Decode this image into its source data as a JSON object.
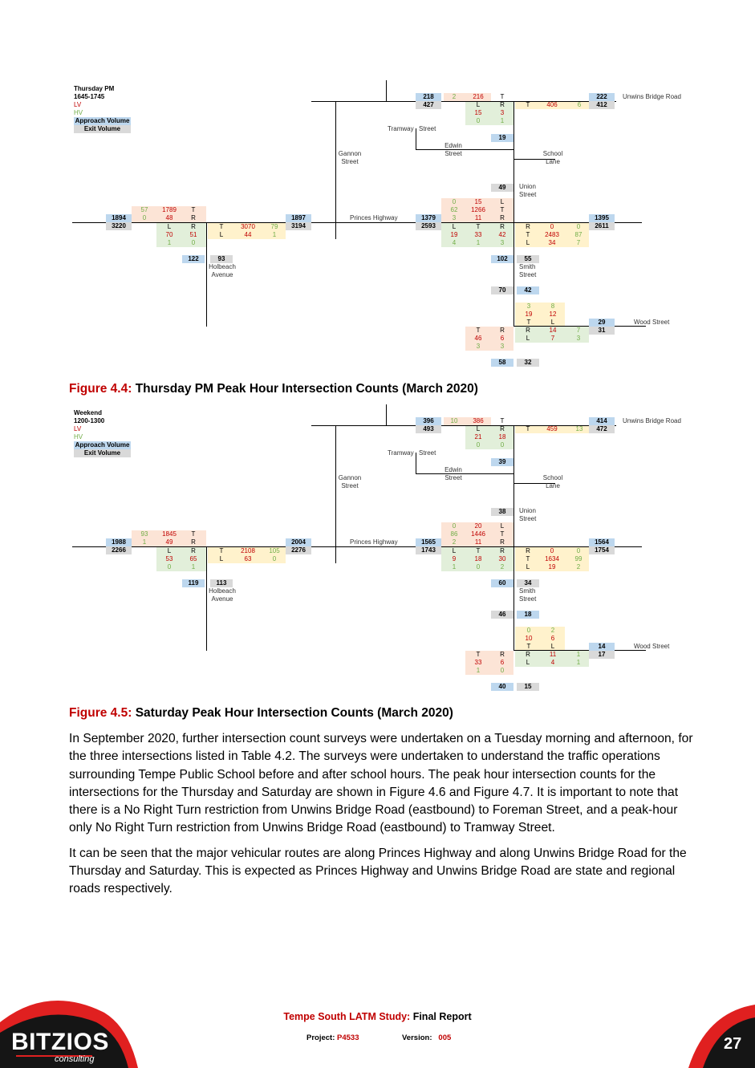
{
  "figure_4_4": {
    "number": "Figure 4.4:",
    "title": "Thursday PM Peak Hour Intersection Counts (March 2020)",
    "legend": {
      "period": "Thursday PM",
      "time": "1645-1745",
      "lv": "LV",
      "hv": "HV",
      "approach": "Approach Volume",
      "exit": "Exit Volume"
    },
    "streets": {
      "unwins": "Unwins Bridge Road",
      "tramway": "Tramway",
      "street": "Street",
      "edwin1": "Edwin",
      "edwin2": "Street",
      "gannon1": "Gannon",
      "gannon2": "Street",
      "school1": "School",
      "school2": "Lane",
      "union1": "Union",
      "union2": "Street",
      "princes": "Princes Highway",
      "holbeach1": "Holbeach",
      "holbeach2": "Avenue",
      "smith1": "Smith",
      "smith2": "Street",
      "wood": "Wood Street"
    },
    "unwins": {
      "n_approach": "218",
      "n_hv": "2",
      "n_lv": "216",
      "n_T": "T",
      "n_exit": "427",
      "L": "L",
      "R": "R",
      "lv_l": "15",
      "lv_r": "3",
      "hv_l": "0",
      "hv_r": "1",
      "e_T": "T",
      "e_lv": "406",
      "e_hv": "6",
      "e_approach": "222",
      "e_exit": "412",
      "s_approach": "19"
    },
    "union": {
      "exit": "49"
    },
    "princes_w": {
      "w_approach": "1894",
      "w_exit": "3220",
      "hv_t": "57",
      "lv_t": "1789",
      "T": "T",
      "hv_r": "0",
      "lv_r": "48",
      "R": "R",
      "L": "L",
      "R2": "R",
      "lv_l": "70",
      "lv_r2": "51",
      "hv_l": "1",
      "hv_r2": "0",
      "e_T": "T",
      "e_lv_t": "3070",
      "e_hv_t": "79",
      "e_L": "L",
      "e_lv_l": "44",
      "e_hv_l": "1",
      "e_approach": "1897",
      "e_exit": "3194",
      "s_approach": "122",
      "s_exit": "93"
    },
    "princes_e": {
      "hv_l": "0",
      "lv_l": "15",
      "L": "L",
      "hv_t": "62",
      "lv_t": "1266",
      "T": "T",
      "hv_r": "3",
      "lv_r": "11",
      "R": "R",
      "w_approach": "1379",
      "w_exit": "2593",
      "sL": "L",
      "sT": "T",
      "sR": "R",
      "s_lv_l": "19",
      "s_lv_t": "33",
      "s_lv_r": "42",
      "s_hv_l": "4",
      "s_hv_t": "1",
      "s_hv_r": "3",
      "eR": "R",
      "eT": "T",
      "eL": "L",
      "e_lv_r": "0",
      "e_lv_t": "2483",
      "e_lv_l": "34",
      "e_hv_r": "0",
      "e_hv_t": "87",
      "e_hv_l": "7",
      "e_approach": "1395",
      "e_exit": "2611",
      "s_exit": "102",
      "s_approach": "55"
    },
    "smith": {
      "exit": "70",
      "approach": "42"
    },
    "wood": {
      "hv_l": "3",
      "hv_r": "8",
      "lv_l": "19",
      "lv_r": "12",
      "T": "T",
      "L": "L",
      "wT": "T",
      "wR": "R",
      "w_lv_t": "46",
      "w_lv_r": "6",
      "w_hv_t": "3",
      "w_hv_r": "3",
      "eR": "R",
      "eL": "L",
      "e_lv_r": "14",
      "e_hv_r": "7",
      "e_lv_l": "7",
      "e_hv_l": "3",
      "e_approach": "29",
      "e_exit": "31",
      "s_exit": "58",
      "s_approach": "32"
    }
  },
  "figure_4_5": {
    "number": "Figure 4.5:",
    "title": "Saturday Peak Hour Intersection Counts (March 2020)",
    "legend": {
      "period": "Weekend",
      "time": "1200-1300",
      "lv": "LV",
      "hv": "HV",
      "approach": "Approach Volume",
      "exit": "Exit Volume"
    },
    "streets": {
      "unwins": "Unwins Bridge Road",
      "tramway": "Tramway",
      "street": "Street",
      "edwin1": "Edwin",
      "edwin2": "Street",
      "gannon1": "Gannon",
      "gannon2": "Street",
      "school1": "School",
      "school2": "Lane",
      "union1": "Union",
      "union2": "Street",
      "princes": "Princes Highway",
      "holbeach1": "Holbeach",
      "holbeach2": "Avenue",
      "smith1": "Smith",
      "smith2": "Street",
      "wood": "Wood Street"
    },
    "unwins": {
      "n_approach": "396",
      "n_hv": "10",
      "n_lv": "386",
      "n_T": "T",
      "n_exit": "493",
      "L": "L",
      "R": "R",
      "lv_l": "21",
      "lv_r": "18",
      "hv_l": "0",
      "hv_r": "0",
      "e_T": "T",
      "e_lv": "459",
      "e_hv": "13",
      "e_approach": "414",
      "e_exit": "472",
      "s_approach": "39"
    },
    "union": {
      "exit": "38"
    },
    "princes_w": {
      "w_approach": "1988",
      "w_exit": "2266",
      "hv_t": "93",
      "lv_t": "1845",
      "T": "T",
      "hv_r": "1",
      "lv_r": "49",
      "R": "R",
      "L": "L",
      "R2": "R",
      "lv_l": "53",
      "lv_r2": "65",
      "hv_l": "0",
      "hv_r2": "1",
      "e_T": "T",
      "e_lv_t": "2108",
      "e_hv_t": "105",
      "e_L": "L",
      "e_lv_l": "63",
      "e_hv_l": "0",
      "e_approach": "2004",
      "e_exit": "2276",
      "s_approach": "119",
      "s_exit": "113"
    },
    "princes_e": {
      "hv_l": "0",
      "lv_l": "20",
      "L": "L",
      "hv_t": "86",
      "lv_t": "1446",
      "T": "T",
      "hv_r": "2",
      "lv_r": "11",
      "R": "R",
      "w_approach": "1565",
      "w_exit": "1743",
      "sL": "L",
      "sT": "T",
      "sR": "R",
      "s_lv_l": "9",
      "s_lv_t": "18",
      "s_lv_r": "30",
      "s_hv_l": "1",
      "s_hv_t": "0",
      "s_hv_r": "2",
      "eR": "R",
      "eT": "T",
      "eL": "L",
      "e_lv_r": "0",
      "e_lv_t": "1634",
      "e_lv_l": "19",
      "e_hv_r": "0",
      "e_hv_t": "99",
      "e_hv_l": "2",
      "e_approach": "1564",
      "e_exit": "1754",
      "s_exit": "60",
      "s_approach": "34"
    },
    "smith": {
      "exit": "46",
      "approach": "18"
    },
    "wood": {
      "hv_l": "0",
      "hv_r": "2",
      "lv_l": "10",
      "lv_r": "6",
      "T": "T",
      "L": "L",
      "wT": "T",
      "wR": "R",
      "w_lv_t": "33",
      "w_lv_r": "6",
      "w_hv_t": "1",
      "w_hv_r": "0",
      "eR": "R",
      "eL": "L",
      "e_lv_r": "11",
      "e_hv_r": "1",
      "e_lv_l": "4",
      "e_hv_l": "1",
      "e_approach": "14",
      "e_exit": "17",
      "s_exit": "40",
      "s_approach": "15"
    }
  },
  "paragraphs": [
    "In September 2020, further intersection count surveys were undertaken on a Tuesday morning and afternoon, for the three intersections listed in Table 4.2. The surveys were undertaken to understand the traffic operations surrounding Tempe Public School before and after school hours. The peak hour intersection counts for the intersections for the Thursday and Saturday are shown in Figure 4.6 and Figure 4.7.  It is important to note that there is a No Right Turn restriction from Unwins Bridge Road (eastbound) to Foreman Street, and a peak-hour only No Right Turn restriction from Unwins Bridge Road (eastbound) to Tramway Street.",
    "It can be seen that the major vehicular routes are along Princes Highway and along Unwins Bridge Road for the Thursday and Saturday. This is expected as Princes Highway and Unwins Bridge Road are state and regional roads respectively."
  ],
  "footer": {
    "study_prefix": "Tempe South LATM Study:",
    "study_suffix": "Final Report",
    "project_label": "Project:",
    "project_value": "P4533",
    "version_label": "Version:",
    "version_value": "005",
    "page_number": "27",
    "logo_text": "BITZIOS",
    "logo_sub": "consulting"
  },
  "colors": {
    "accent_red": "#c00000",
    "approach_blue": "#bdd7ee",
    "exit_grey": "#d9d9d9",
    "right_turn_tint": "#fce4d6",
    "left_turn_tint": "#e2efda",
    "through_tint": "#fff2cc"
  }
}
